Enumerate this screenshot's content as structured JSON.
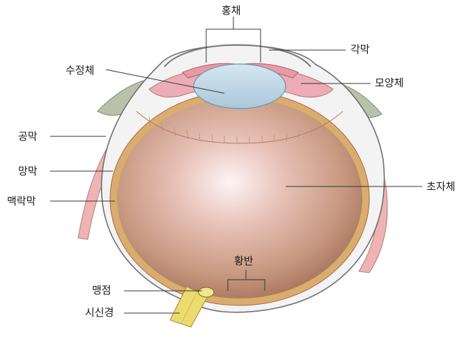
{
  "labels": {
    "iris": "홍채",
    "cornea": "각막",
    "lens": "수정체",
    "ciliary_body": "모양체",
    "sclera": "공막",
    "retina": "망막",
    "choroid": "맥락막",
    "vitreous": "초자체",
    "macula": "황반",
    "blind_spot": "맹점",
    "optic_nerve": "시신경"
  },
  "colors": {
    "vitreous_center": "#fbeeee",
    "vitreous_edge": "#b77e62",
    "sclera": "#f3f3f3",
    "choroid": "#e0a873",
    "retina": "#d4b06a",
    "muscle": "#efb3b3",
    "lens": "#bcd6e6",
    "ciliary": "#ecadb6",
    "conjunctiva": "#b9c1ab",
    "optic_nerve": "#ecdb6f",
    "leader_line": "#333333"
  }
}
